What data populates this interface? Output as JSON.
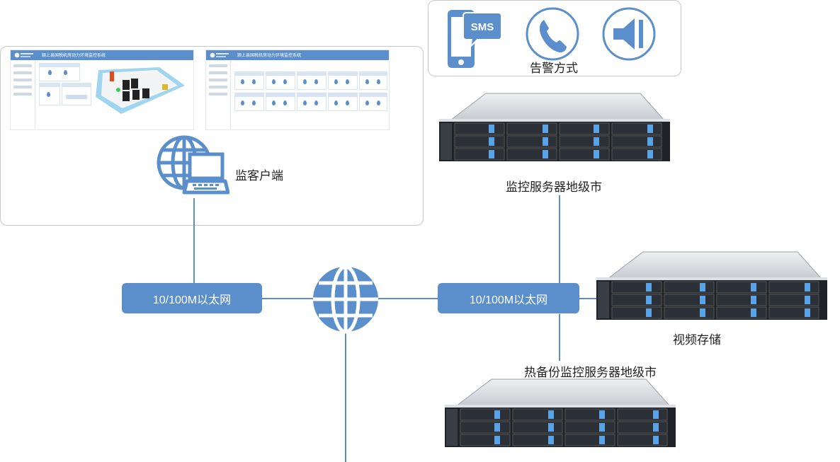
{
  "client_area": {
    "label": "监客户端",
    "screen1": {
      "title": "颍上县国税机房动力环境监控系统"
    },
    "screen2": {
      "title": "颍上县国税机房动力环境监控系统"
    }
  },
  "alarm": {
    "label": "告警方式",
    "sms_text": "SMS"
  },
  "network": {
    "left_label": "10/100M以太网",
    "right_label": "10/100M以太网"
  },
  "servers": {
    "monitor": "监控服务器地级市",
    "video": "视频存储",
    "backup": "热备份监控服务器地级市"
  },
  "colors": {
    "accent": "#5b8fcb",
    "server_body": "#1f2328",
    "server_top": "#d6d9dd",
    "drive_tab": "#5aa3e6"
  }
}
